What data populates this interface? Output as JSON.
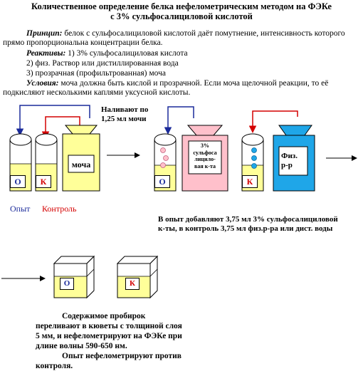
{
  "title": {
    "line1": "Количественное определение белка нефелометрическим методом на ФЭКе",
    "line2": "с 3% сульфосалициловой кислотой"
  },
  "principle": {
    "label": "Принцип:",
    "text1": " белок с сульфосалициловой кислотой даёт помутнение, интенсивность которого",
    "text2": "прямо пропорциональна концентрации белка."
  },
  "reagents": {
    "label": "Реактивы:",
    "item1": " 1) 3% сульфосалициловая кислота",
    "item2": "2)   физ. Раствор или дистиллированная вода",
    "item3": "3)   прозрачная (профильтрованная) моча"
  },
  "conditions": {
    "label": "Условия:",
    "text1": " моча должна быть кислой и прозрачной. Если моча щелочной реакции, то её",
    "text2": "подкисляют несколькими каплями уксусной кислоты."
  },
  "step1": {
    "pour_line1": "Наливают по",
    "pour_line2": "1,25 мл  мочи",
    "tube_o": "О",
    "tube_k": "К",
    "flask_urine": "моча",
    "legend_opyt": "Опыт",
    "legend_kontrol": "Контроль"
  },
  "step2": {
    "tube_o": "О",
    "tube_k": "К",
    "flask_acid_1": "3%",
    "flask_acid_2": "сульфоса",
    "flask_acid_3": "лицило-",
    "flask_acid_4": "вая  к-та",
    "flask_saline_1": "Физ.",
    "flask_saline_2": "р-р",
    "note_line1": "В опыт добавляют 3,75 мл  3%  сульфосалициловой",
    "note_line2": "к-ты, в  контроль 3,75 мл физ.р-ра или дист. воды"
  },
  "step3": {
    "cuvette_o": "О",
    "cuvette_k": "К",
    "p1_line1": "Содержимое пробирок",
    "p1_line2": "переливают в кюветы с толщиной слоя",
    "p1_line3": "5 мм, и нефелометрируют на ФЭКе при",
    "p1_line4": "длине волны       590-650 нм.",
    "p2_line1": "Опыт нефелометрируют     против",
    "p2_line2": "контроля."
  },
  "colors": {
    "urine": "#ffff99",
    "acid_mix": "#ffc0cb",
    "saline_blue": "#1fa6e8",
    "arrow_red": "#d40000",
    "arrow_blue": "#1a2a9a"
  }
}
